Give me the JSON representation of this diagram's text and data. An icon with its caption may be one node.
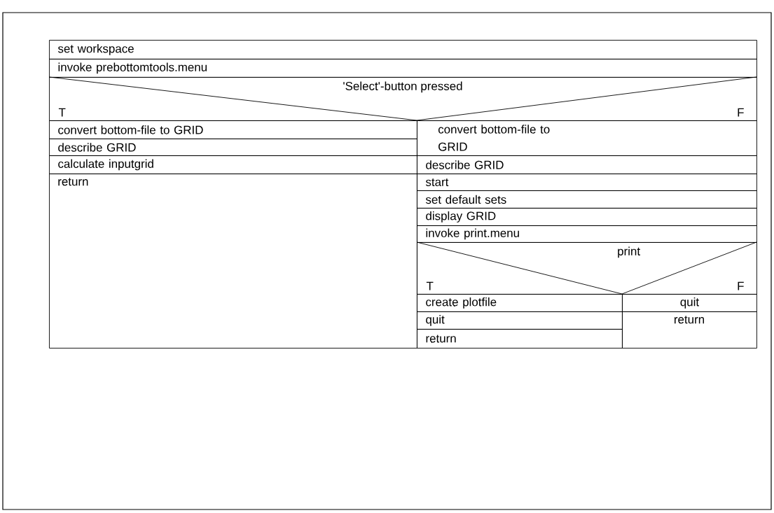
{
  "diagram": {
    "nodes": [
      {
        "text": [
          "set workspace"
        ]
      },
      {
        "text": [
          "invoke prebottomtools.menu"
        ]
      },
      {
        "text": [
          "'Select'-button pressed",
          "T",
          "F"
        ]
      },
      {
        "text": [
          "convert bottom-file to GRID"
        ]
      },
      {
        "text": [
          "describe GRID"
        ]
      },
      {
        "text": [
          "calculate inputgrid"
        ]
      },
      {
        "text": [
          "return"
        ]
      },
      {
        "text": [
          "convert bottom-file to GRID"
        ]
      },
      {
        "text": [
          "describe GRID"
        ]
      },
      {
        "text": [
          "start"
        ]
      },
      {
        "text": [
          "set default sets"
        ]
      },
      {
        "text": [
          "display GRID"
        ]
      },
      {
        "text": [
          "invoke print.menu"
        ]
      },
      {
        "text": [
          "print",
          "T",
          "F"
        ]
      },
      {
        "text": [
          "create plotfile"
        ]
      },
      {
        "text": [
          "quit"
        ]
      },
      {
        "text": [
          "return"
        ]
      },
      {
        "text": [
          "quit"
        ]
      },
      {
        "text": [
          "return"
        ]
      }
    ]
  }
}
